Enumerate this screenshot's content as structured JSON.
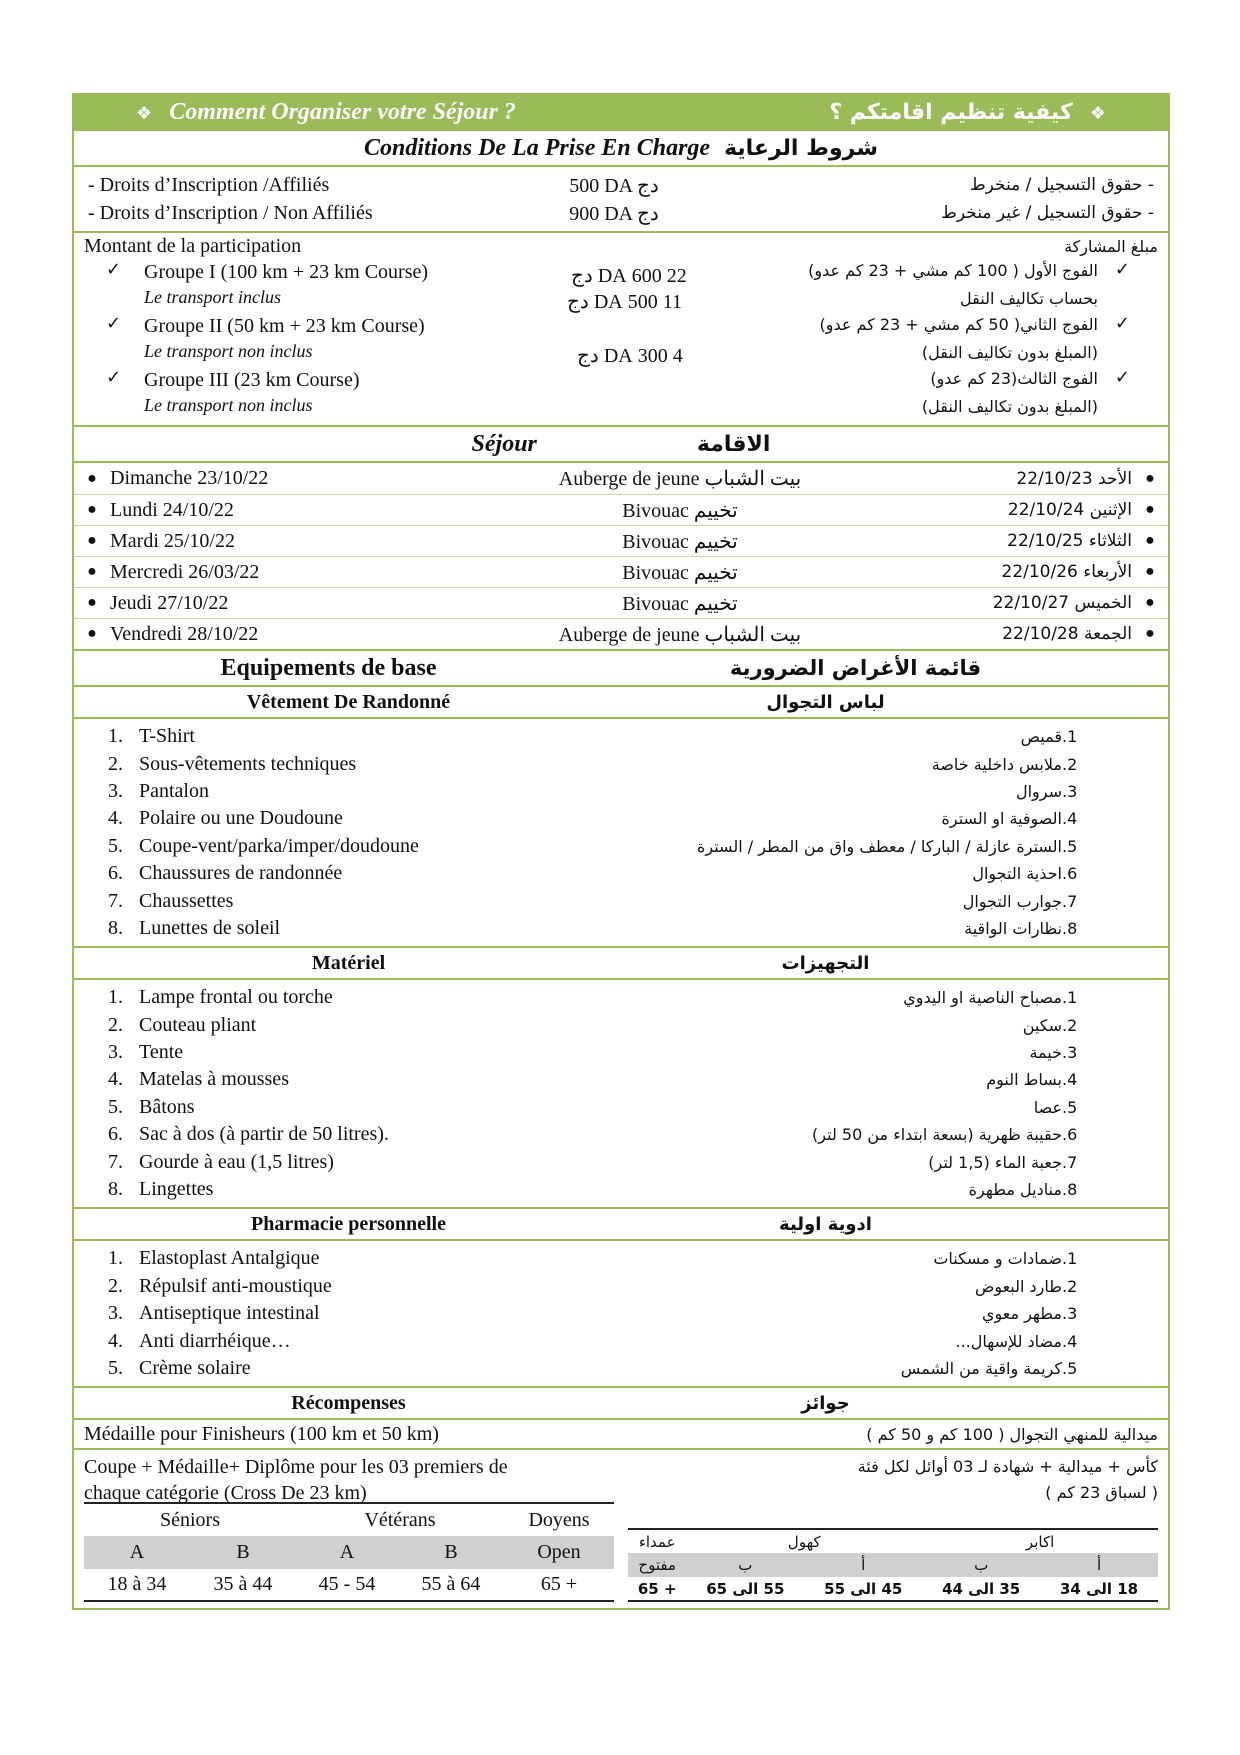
{
  "header": {
    "fr": "Comment Organiser votre Séjour ?",
    "ar": "كيفية تنظيم اقامتكم ؟",
    "diamond": "❖"
  },
  "conditions": {
    "title_fr": "Conditions De La Prise En Charge",
    "title_ar": "شروط الرعاية",
    "inscriptions": [
      {
        "fr": "-   Droits d’Inscription  /Affiliés",
        "price": "500 DA دج",
        "ar": "-   حقوق التسجيل / منخرط"
      },
      {
        "fr": "-    Droits d’Inscription  / Non Affiliés",
        "price": "900 DA دج",
        "ar": "-   حقوق التسجيل / غير منخرط"
      }
    ],
    "participation_fr": "Montant de la participation",
    "participation_ar": "مبلغ المشاركة",
    "check": "✓",
    "groups": [
      {
        "fr": "Groupe I (100 km + 23 km Course)",
        "note_fr": "Le transport inclus",
        "price": "22 600  DA دج",
        "ar": "الفوج الأول ( 100 كم مشي + 23 كم عدو)",
        "note_ar": "بحساب تكاليف النقل",
        "price2": "11 500  DA دج"
      },
      {
        "fr": "Groupe II (50 km + 23 km Course)",
        "note_fr": "Le transport non inclus",
        "price": "4 300  DA دج",
        "ar": "الفوج الثاني( 50 كم مشي + 23 كم عدو)",
        "note_ar": "(المبلغ بدون تكاليف النقل)"
      },
      {
        "fr": "Groupe III (23 km Course)",
        "note_fr": "Le transport non inclus",
        "ar": "الفوج الثالث(23 كم عدو)",
        "note_ar": "(المبلغ بدون تكاليف النقل)"
      }
    ]
  },
  "sejour": {
    "title_fr": "Séjour",
    "title_ar": "الاقامة",
    "bullet": "●",
    "days": [
      {
        "fr": "Dimanche 23/10/22",
        "place": "Auberge de jeune بيت الشباب",
        "ar": "الأحد 22/10/23"
      },
      {
        "fr": "Lundi 24/10/22",
        "place": "Bivouac تخييم",
        "ar": "الإثنين 22/10/24"
      },
      {
        "fr": "Mardi 25/10/22",
        "place": "Bivouac تخييم",
        "ar": "الثلاثاء 22/10/25"
      },
      {
        "fr": "Mercredi 26/03/22",
        "place": "Bivouac تخييم",
        "ar": "الأربعاء 22/10/26"
      },
      {
        "fr": "Jeudi 27/10/22",
        "place": "Bivouac تخييم",
        "ar": "الخميس 22/10/27"
      },
      {
        "fr": "Vendredi 28/10/22",
        "place": "Auberge de jeune بيت الشباب",
        "ar": "الجمعة 22/10/28"
      }
    ]
  },
  "equipements": {
    "title_fr": "Equipements de base",
    "title_ar": "قائمة الأغراض الضرورية",
    "vetement": {
      "title_fr": "Vêtement De Randonné",
      "title_ar": "لباس التجوال",
      "items": [
        {
          "n": "1.",
          "fr": "T-Shirt",
          "ar": "قميص"
        },
        {
          "n": "2.",
          "fr": "Sous-vêtements techniques",
          "ar": "ملابس داخلية خاصة"
        },
        {
          "n": "3.",
          "fr": "Pantalon",
          "ar": "سروال"
        },
        {
          "n": "4.",
          "fr": "Polaire ou une Doudoune",
          "ar": "الصوفية او السترة"
        },
        {
          "n": "5.",
          "fr": "Coupe-vent/parka/imper/doudoune",
          "ar": "السترة عازلة / الباركا / معطف واق من المطر / السترة"
        },
        {
          "n": "6.",
          "fr": "Chaussures de randonnée",
          "ar": "احذية التجوال"
        },
        {
          "n": "7.",
          "fr": "Chaussettes",
          "ar": "جوارب التجوال"
        },
        {
          "n": "8.",
          "fr": "Lunettes de soleil",
          "ar": "نظارات الواقية"
        }
      ]
    },
    "materiel": {
      "title_fr": "Matériel",
      "title_ar": "التجهيزات",
      "items": [
        {
          "n": "1.",
          "fr": "Lampe frontal ou torche",
          "ar": "مصباح الناصية او اليدوي"
        },
        {
          "n": "2.",
          "fr": "Couteau pliant",
          "ar": "سكين"
        },
        {
          "n": "3.",
          "fr": "Tente",
          "ar": "خيمة"
        },
        {
          "n": "4.",
          "fr": "Matelas à mousses",
          "ar": "بساط النوم"
        },
        {
          "n": "5.",
          "fr": "Bâtons",
          "ar": "عصا"
        },
        {
          "n": "6.",
          "fr": "Sac à dos (à partir de 50 litres).",
          "ar": "حقيبة ظهرية (بسعة ابتداء من 50 لتر)"
        },
        {
          "n": "7.",
          "fr": "Gourde à eau (1,5 litres)",
          "ar": "جعبة الماء (1,5 لتر)"
        },
        {
          "n": "8.",
          "fr": "Lingettes",
          "ar": "مناديل مطهرة"
        }
      ]
    },
    "pharmacie": {
      "title_fr": "Pharmacie personnelle",
      "title_ar": "ادوية اولية",
      "items": [
        {
          "n": "1.",
          "fr": "Elastoplast Antalgique",
          "ar": "ضمادات و مسكنات"
        },
        {
          "n": "2.",
          "fr": "Répulsif anti-moustique",
          "ar": "طارد البعوض"
        },
        {
          "n": "3.",
          "fr": "Antiseptique intestinal",
          "ar": "مطهر معوي"
        },
        {
          "n": "4.",
          "fr": "Anti diarrhéique…",
          "ar": "مضاد للإسهال..."
        },
        {
          "n": "5.",
          "fr": "Crème solaire",
          "ar": "كريمة واقية من الشمس"
        }
      ]
    }
  },
  "recompenses": {
    "title_fr": "Récompenses",
    "title_ar": "جوائز",
    "medaille_fr": "Médaille pour Finisheurs (100 km et 50 km)",
    "medaille_ar": "ميدالية للمنهي التجوال ( 100 كم و 50 كم )",
    "coupe_fr_1": "Coupe + Médaille+ Diplôme pour les 03 premiers de",
    "coupe_fr_2": "chaque catégorie    (Cross De 23 km)",
    "coupe_ar_1": "كأس + ميدالية + شهادة لـ 03 أوائل لكل فئة",
    "coupe_ar_2": "( لسباق 23 كم )",
    "table_fr": {
      "groups": [
        "Séniors",
        "Vétérans",
        "Doyens"
      ],
      "sub": [
        "A",
        "B",
        "A",
        "B",
        "Open"
      ],
      "ages": [
        "18 à 34",
        "35 à 44",
        "45 - 54",
        "55 à 64",
        "65 +"
      ]
    },
    "table_ar": {
      "groups": [
        "اكابر",
        "كهول",
        "عمداء"
      ],
      "sub": [
        "أ",
        "ب",
        "أ",
        "ب",
        "مفتوح"
      ],
      "ages": [
        "18 الى 34",
        "35 الى 44",
        "45 الى 55",
        "55 الى 65",
        "+ 65"
      ]
    }
  }
}
